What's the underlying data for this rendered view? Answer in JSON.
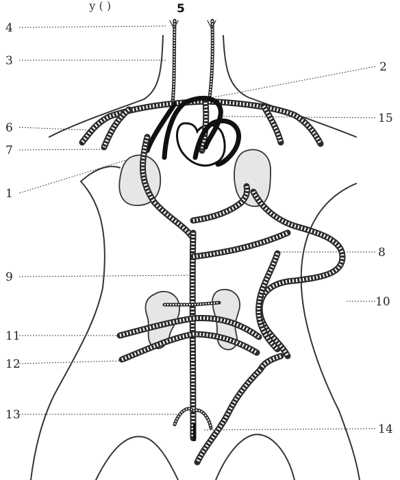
{
  "caption": "у (        )",
  "labels": {
    "l1": "1",
    "l2": "2",
    "l3": "3",
    "l4": "4",
    "l5": "5",
    "l6": "6",
    "l7": "7",
    "l8": "8",
    "l9": "9",
    "l10": "10",
    "l11": "11",
    "l12": "12",
    "l13": "13",
    "l14": "14",
    "l15": "15"
  }
}
